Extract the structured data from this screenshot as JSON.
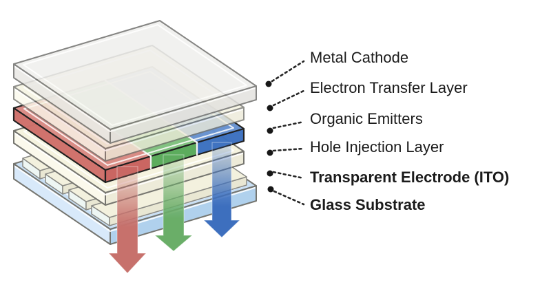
{
  "diagram": {
    "type": "oled-layer-stack",
    "labels": [
      {
        "id": "metal-cathode",
        "text": "Metal Cathode",
        "emphasis": "regular"
      },
      {
        "id": "electron-transfer-layer",
        "text": "Electron Transfer Layer",
        "emphasis": "regular"
      },
      {
        "id": "organic-emitters",
        "text": "Organic Emitters",
        "emphasis": "regular"
      },
      {
        "id": "hole-injection-layer",
        "text": "Hole Injection Layer",
        "emphasis": "regular"
      },
      {
        "id": "transparent-electrode-ito",
        "text": "Transparent Electrode (ITO)",
        "emphasis": "bold"
      },
      {
        "id": "glass-substrate",
        "text": "Glass Substrate",
        "emphasis": "bold"
      }
    ],
    "colors": {
      "emitter_red_top": "#d98983",
      "emitter_green_top": "#7fc17e",
      "emitter_blue_top": "#6691d0",
      "emitter_red_front": "#c9625e",
      "emitter_green_front": "#58aa59",
      "emitter_blue_front": "#3b70c0",
      "emitter_red_side": "#cf6f6a",
      "arrow_red": "#c7716c",
      "arrow_green": "#6aae68",
      "arrow_blue": "#3d6fbe",
      "cathode_gray": "#efeeec",
      "organic_cream": "#f5f3df",
      "glass_blue": "#c9e0f5",
      "leader_dark": "#262626",
      "label_text": "#1b1b1b"
    }
  }
}
